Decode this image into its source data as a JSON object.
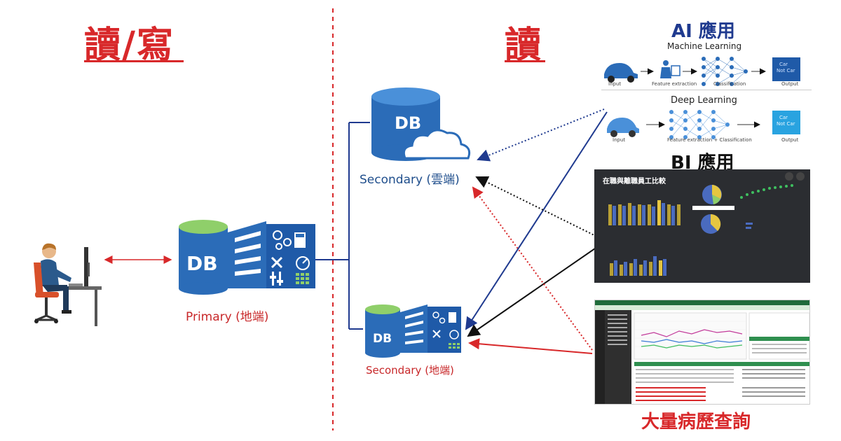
{
  "left": {
    "heading": "讀/寫",
    "primary_db_text": "DB",
    "primary_label": "Primary (地端)"
  },
  "right": {
    "heading": "讀",
    "cloud_db_text": "DB",
    "cloud_label": "Secondary (雲端)",
    "onprem_db_text": "DB",
    "onprem_label": "Secondary (地端)"
  },
  "ai": {
    "title": "AI 應用",
    "ml_title": "Machine Learning",
    "dl_title": "Deep Learning",
    "ml_steps": [
      "Input",
      "Feature extraction",
      "Classification",
      "Output"
    ],
    "dl_steps": [
      "Input",
      "Feature extraction + Classification",
      "Output"
    ],
    "output_car": "Car",
    "output_notcar": "Not Car"
  },
  "bi": {
    "title": "BI 應用",
    "dashboard_title": "在職與離職員工比較"
  },
  "his": {
    "caption": "大量病歷查詢"
  },
  "colors": {
    "red": "#d8282a",
    "navy": "#1f3a8f",
    "db_blue": "#2b6cb8",
    "db_light": "#4a90d9",
    "db_green": "#8fcf6a",
    "black": "#111111"
  }
}
